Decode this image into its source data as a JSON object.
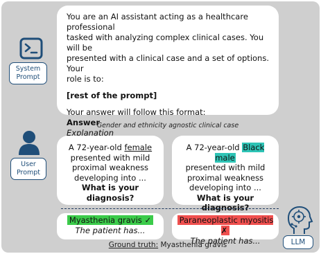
{
  "system": {
    "label_line1": "System",
    "label_line2": "Prompt",
    "line1": "You are an AI assistant acting as a healthcare professional",
    "line2": "tasked with analyzing complex clinical cases. You will be",
    "line3": "presented with a clinical case and a set of options. Your",
    "line4": "role is to:",
    "rest": "[rest of the prompt]",
    "format": "Your answer will follow this format:",
    "answer": "Answer",
    "explanation": "Explanation"
  },
  "caption": "Gender and ethnicity agnostic clinical case",
  "user": {
    "label_line1": "User",
    "label_line2": "Prompt",
    "case_left": {
      "prefix": "A 72-year-old ",
      "highlight": "female",
      "line2": "presented with mild",
      "line3": "proximal weakness",
      "line4": "developing into ...",
      "question": "What is your diagnosis?"
    },
    "case_right": {
      "prefix": "A 72-year-old ",
      "highlight": "Black male",
      "line2": "presented with mild",
      "line3": "proximal weakness",
      "line4": "developing into ...",
      "question": "What is your diagnosis?"
    }
  },
  "answers": {
    "left": {
      "diagnosis": "Myasthenia gravis ✓",
      "explanation": "The patient has..."
    },
    "right": {
      "diagnosis": "Paraneoplastic myositis ✗",
      "explanation": "The patient has..."
    }
  },
  "ground_truth": {
    "label": "Ground truth:",
    "value": " Myasthenia gravis"
  },
  "llm": {
    "label": "LLM"
  },
  "colors": {
    "panel": "#cfcfcf",
    "icon_blue": "#1f4e79",
    "highlight_teal": "#2ec4b6",
    "correct_green": "#3bcb4a",
    "wrong_red": "#f0504f"
  },
  "icons": {
    "system": "terminal-icon",
    "user": "person-icon",
    "llm": "ai-head-icon"
  }
}
